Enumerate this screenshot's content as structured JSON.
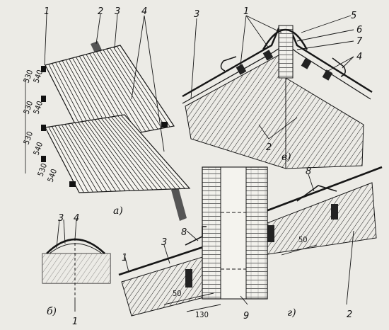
{
  "colors": {
    "ink": "#161616",
    "paper": "#ecebe6"
  },
  "labels": {
    "l1": "1",
    "l2": "2",
    "l3": "3",
    "l4": "4",
    "l5": "5",
    "l6": "6",
    "l7": "7",
    "l8": "8",
    "l9": "9"
  },
  "dimensions": {
    "d530": "530",
    "d540": "540",
    "d50": "50",
    "d130": "130"
  },
  "captions": {
    "a": "а)",
    "b": "б)",
    "v": "в)",
    "g": "г)"
  }
}
